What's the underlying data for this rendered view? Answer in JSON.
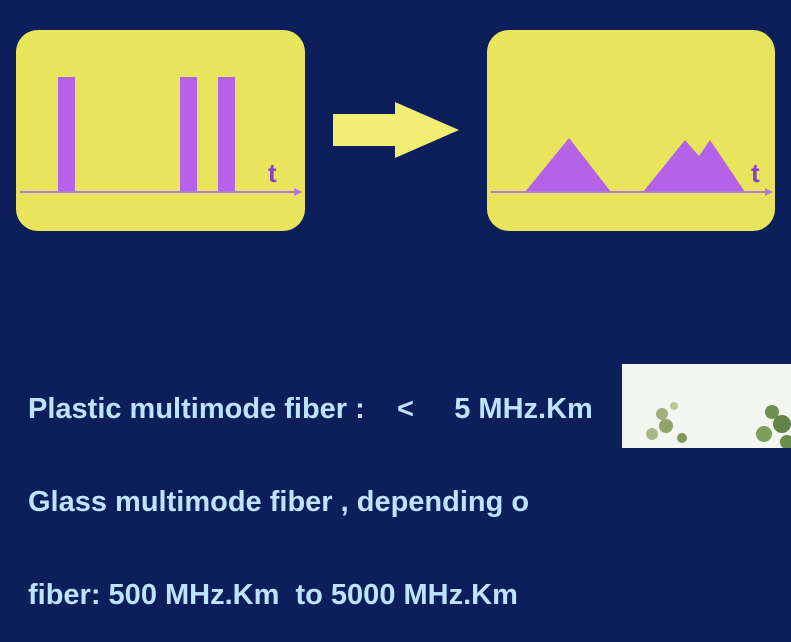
{
  "diagram": {
    "left_panel": {
      "axis_label": "t"
    },
    "right_panel": {
      "axis_label": "t"
    },
    "colors": {
      "background": "#0c1f5a",
      "panel": "#e8e45c",
      "pulse": "#b463e8",
      "arrow": "#f2ee74",
      "text": "#bfe3ff"
    }
  },
  "text_lines": [
    "Plastic multimode fiber :    <     5 MHz.Km",
    "Glass multimode fiber , depending o",
    "fiber: 500 MHz.Km  to 5000 MHz.Km"
  ]
}
